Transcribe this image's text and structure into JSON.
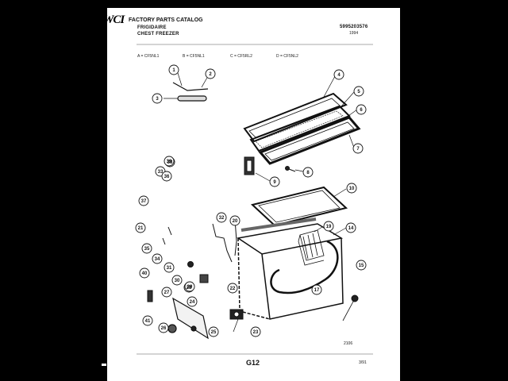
{
  "header": {
    "brand": "FRIGIDAIRE",
    "product": "CHEST FREEZER",
    "logo": "WCI",
    "catalog_title": "FACTORY PARTS CATALOG",
    "catalog_number": "5995203576",
    "catalog_sub": "1994"
  },
  "models": [
    {
      "label": "A = CF5NL1"
    },
    {
      "label": "B = CF5NL1"
    },
    {
      "label": "C = CF5RL2"
    },
    {
      "label": "D = CF5NL2"
    }
  ],
  "callouts": [
    "1",
    "2",
    "3",
    "4",
    "5",
    "6",
    "7",
    "8",
    "9",
    "10",
    "14",
    "15",
    "17",
    "19",
    "20",
    "21",
    "22",
    "23",
    "24",
    "25",
    "26",
    "27",
    "28",
    "29",
    "30",
    "31",
    "32",
    "33",
    "34",
    "35",
    "36",
    "37",
    "38",
    "39",
    "40",
    "41"
  ],
  "footer": {
    "page_code": "G12",
    "drawing_number": "2106",
    "date": "3/91"
  }
}
